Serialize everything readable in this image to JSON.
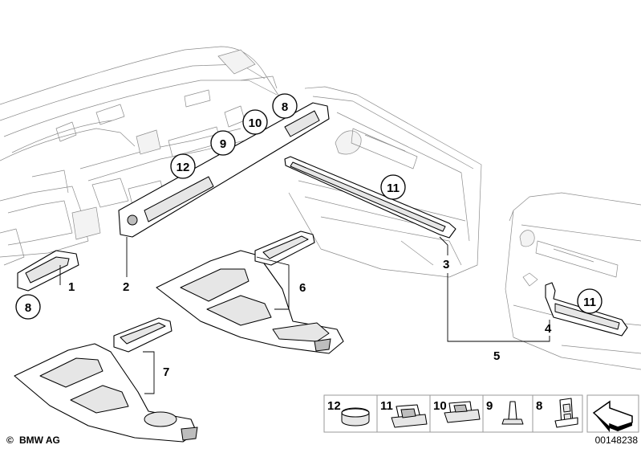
{
  "diagram": {
    "callouts": {
      "p1": "1",
      "p2": "2",
      "p3": "3",
      "p4": "4",
      "p5": "5",
      "p6": "6",
      "p7": "7",
      "c8a": "8",
      "c8b": "8",
      "c9": "9",
      "c10": "10",
      "c11a": "11",
      "c11b": "11",
      "c12": "12"
    },
    "legend": [
      "12",
      "11",
      "10",
      "9",
      "8"
    ],
    "brand": "BMW AG",
    "copyright_symbol": "©",
    "drawing_number": "00148238"
  }
}
